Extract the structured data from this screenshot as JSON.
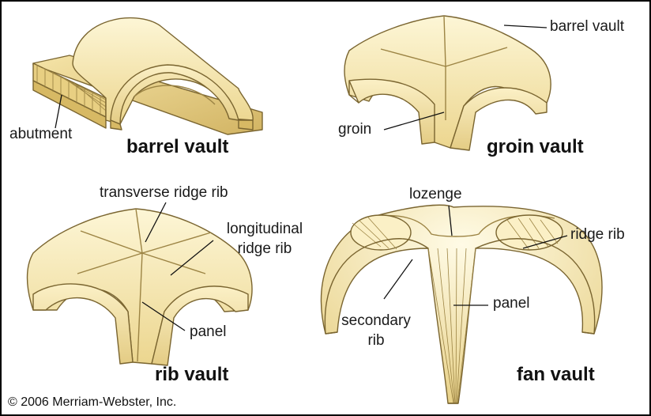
{
  "titles": {
    "barrel": "barrel vault",
    "groin": "groin vault",
    "rib": "rib vault",
    "fan": "fan vault"
  },
  "labels": {
    "abutment": "abutment",
    "barrel_vault": "barrel vault",
    "groin": "groin",
    "transverse_ridge_rib": "transverse ridge rib",
    "longitudinal_ridge_rib_1": "longitudinal",
    "longitudinal_ridge_rib_2": "ridge rib",
    "panel_rib": "panel",
    "lozenge": "lozenge",
    "ridge_rib": "ridge rib",
    "secondary_rib_1": "secondary",
    "secondary_rib_2": "rib",
    "panel_fan": "panel"
  },
  "copyright": "© 2006 Merriam-Webster, Inc.",
  "colors": {
    "stone_light": "#fbf1c6",
    "stone_mid": "#f2dfa0",
    "stone_dark": "#d6b96c",
    "stone_edge": "#7a6530"
  }
}
